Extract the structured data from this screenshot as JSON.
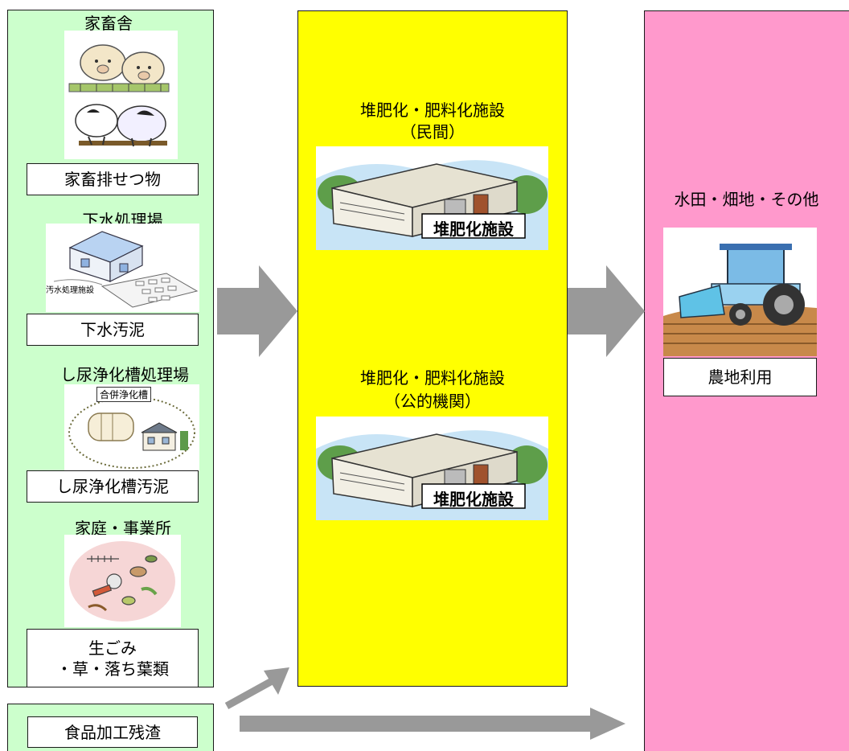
{
  "sources": {
    "livestock_house": "家畜舎",
    "livestock_waste": "家畜排せつ物",
    "sewage_plant": "下水処理場",
    "sewage_sign": "汚水処理施設",
    "sewage_sludge": "下水汚泥",
    "night_soil_plant": "し尿浄化槽処理場",
    "septic_tank_sign": "合併浄化槽",
    "night_soil_sludge": "し尿浄化槽汚泥",
    "household": "家庭・事業所",
    "garbage_line1": "生ごみ",
    "garbage_line2": "・草・落ち葉類"
  },
  "food": {
    "label": "食品加工残渣"
  },
  "facilities": {
    "private_title": "堆肥化・肥料化施設",
    "private_sub": "（民間）",
    "public_title": "堆肥化・肥料化施設",
    "public_sub": "（公的機関）",
    "building_sign": "堆肥化施設"
  },
  "farmland": {
    "title": "水田・畑地・その他",
    "use_label": "農地利用"
  },
  "colors": {
    "sources_bg": "#ccffcc",
    "facilities_bg": "#ffff00",
    "farmland_bg": "#ff99cc",
    "arrow": "#999999"
  }
}
